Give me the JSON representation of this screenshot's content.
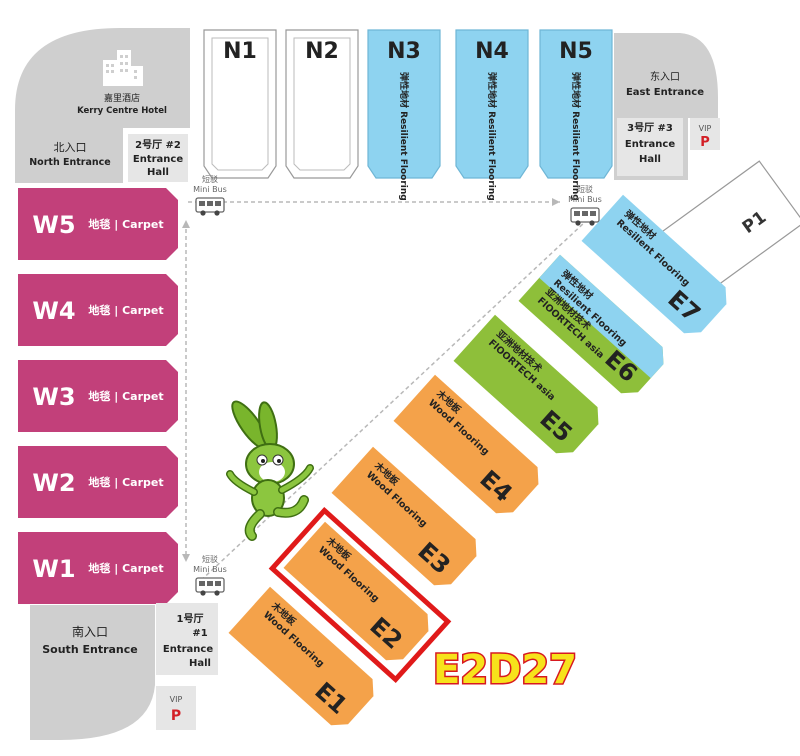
{
  "colors": {
    "carpet": "#c2407a",
    "resilient": "#8ed3f0",
    "wood": "#f4a24a",
    "floortech": "#8ebf3a",
    "entrance": "#cfcfcf",
    "hall_box": "#e6e6e6",
    "highlight": "#e01a1a",
    "booth_label_fill": "#f7e21b",
    "parking": "#d31f26"
  },
  "north_halls": [
    {
      "code": "N1",
      "label": ""
    },
    {
      "code": "N2",
      "label": ""
    },
    {
      "code": "N3",
      "label": "弹性地材 Resilient Flooring"
    },
    {
      "code": "N4",
      "label": "弹性地材 Resilient Flooring"
    },
    {
      "code": "N5",
      "label": "弹性地材 Resilient Flooring"
    }
  ],
  "west_halls": [
    {
      "code": "W5",
      "label": "地毯 | Carpet"
    },
    {
      "code": "W4",
      "label": "地毯 | Carpet"
    },
    {
      "code": "W3",
      "label": "地毯 | Carpet"
    },
    {
      "code": "W2",
      "label": "地毯 | Carpet"
    },
    {
      "code": "W1",
      "label": "地毯 | Carpet"
    }
  ],
  "east_halls": [
    {
      "code": "E7",
      "line1": "弹性地材",
      "line2": "Resilient Flooring"
    },
    {
      "code": "E6",
      "line1": "弹性地材",
      "line2": "Resilient Flooring",
      "line3": "亚洲地材技术",
      "line4": "FlOORTECH asia"
    },
    {
      "code": "E5",
      "line1": "亚洲地材技术",
      "line2": "FlOORTECH asia"
    },
    {
      "code": "E4",
      "line1": "木地板",
      "line2": "Wood Flooring"
    },
    {
      "code": "E3",
      "line1": "木地板",
      "line2": "Wood Flooring"
    },
    {
      "code": "E2",
      "line1": "木地板",
      "line2": "Wood Flooring"
    },
    {
      "code": "E1",
      "line1": "木地板",
      "line2": "Wood Flooring"
    }
  ],
  "p1": "P1",
  "hotel": {
    "cn": "嘉里酒店",
    "en": "Kerry Centre Hotel"
  },
  "north_entrance": {
    "cn": "北入口",
    "en": "North Entrance"
  },
  "east_entrance": {
    "cn": "东入口",
    "en": "East Entrance"
  },
  "south_entrance": {
    "cn": "南入口",
    "en": "South Entrance"
  },
  "entrance_hall_1": {
    "line1": "1号厅",
    "line2": "#1",
    "line3": "Entrance",
    "line4": "Hall"
  },
  "entrance_hall_2": {
    "line1": "2号厅 #2",
    "line2": "Entrance",
    "line3": "Hall"
  },
  "entrance_hall_3": {
    "line1": "3号厅 #3",
    "line2": "Entrance",
    "line3": "Hall"
  },
  "vip": {
    "label": "VIP",
    "p": "P"
  },
  "minibus": {
    "cn": "短驳",
    "en": "Mini Bus"
  },
  "booth_number": "E2D27"
}
